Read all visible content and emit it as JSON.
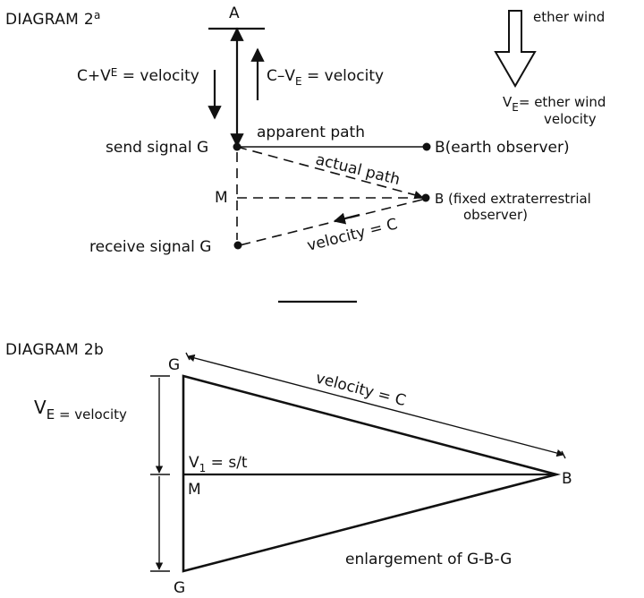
{
  "diagram_a": {
    "title_main": "DIAGRAM 2",
    "title_sup": "a",
    "point_A": "A",
    "up_label": {
      "pre": "C+V",
      "sub": "E",
      "post": " = velocity"
    },
    "down_label": {
      "pre": "C–V",
      "sub": "E",
      "post": " = velocity"
    },
    "ether_wind": "ether wind",
    "ve_label": {
      "pre": "V",
      "sub": "E",
      "post": "= ether wind"
    },
    "ve_label2": "velocity",
    "send_signal": "send signal G",
    "apparent_path": "apparent path",
    "earth_observer": "B(earth observer)",
    "actual_path": "actual path",
    "point_M": "M",
    "fixed_observer": "B (fixed extraterrestrial",
    "fixed_observer2": "observer)",
    "velocity_c": "velocity = C",
    "receive_signal": "receive signal G"
  },
  "diagram_b": {
    "title": "DIAGRAM 2b",
    "point_G_top": "G",
    "point_G_bottom": "G",
    "point_B": "B",
    "point_M": "M",
    "velocity_c": "velocity = C",
    "ve_label": {
      "pre": "V",
      "sub": "E",
      "post": " = velocity"
    },
    "v1_label": {
      "pre": "V",
      "sub": "1",
      "post": " = s/t"
    },
    "caption": "enlargement of  G-B-G"
  }
}
